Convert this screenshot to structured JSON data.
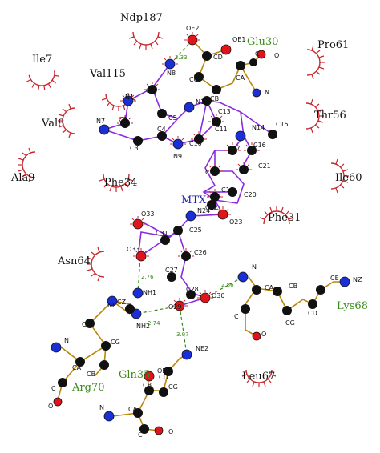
{
  "ligand": {
    "name": "MTX"
  },
  "residues": {
    "ndp187": "Ndp187",
    "ile7": "Ile7",
    "val115": "Val115",
    "val8": "Val8",
    "ala9": "Ala9",
    "phe34": "Phe34",
    "asn64": "Asn64",
    "pro61": "Pro61",
    "thr56": "Thr56",
    "ile60": "Ile60",
    "phe31": "Phe31",
    "leu67": "Leu67",
    "glu30": "Glu30",
    "lys68": "Lys68",
    "gln35": "Gln35",
    "arg70": "Arg70"
  },
  "atoms": {
    "oe2": "OE2",
    "oe1": "OE1",
    "cd": "CD",
    "c_top": "C",
    "o_top": "O",
    "cg_top": "CG",
    "cb_top": "CB",
    "ca_top": "CA",
    "n_top": "N",
    "n8": "N8",
    "n1": "N1",
    "c8": "C8",
    "n12": "N12",
    "c13": "C13",
    "c2": "C2",
    "c5": "C5",
    "c11": "C11",
    "n14": "N14",
    "c15": "C15",
    "n7": "N7",
    "c4": "C4",
    "c10": "C10",
    "c17": "C17",
    "c16": "C16",
    "c3": "C3",
    "n9": "N9",
    "c18": "C18",
    "c21": "C21",
    "c19": "C19",
    "c20": "C20",
    "o33a": "O33",
    "n24": "N24",
    "c22": "C22",
    "o23": "O23",
    "c25": "C25",
    "c31": "C31",
    "o33b": "O33",
    "c26": "C26",
    "c27": "C27",
    "nh1": "NH1",
    "ne_arg": "NE",
    "cz": "CZ",
    "c28": "C28",
    "o30": "O30",
    "n_lys": "N",
    "ce_lys": "CE",
    "nz": "NZ",
    "ca_lys": "CA",
    "cb_lys": "CB",
    "c_lys": "C",
    "cg_lys": "CG",
    "cd_lys": "CD",
    "o_lys": "O",
    "o29": "O29",
    "nh2": "NH2",
    "cd_arg": "CD",
    "cg_arg": "CG",
    "n_arg": "N",
    "ca_arg": "CA",
    "cb_arg": "CB",
    "c_arg": "C",
    "o_arg": "O",
    "oe1_gln": "OE1",
    "ne2": "NE2",
    "cd_gln": "CD",
    "cb_gln": "CB",
    "cg_gln": "CG",
    "n_gln": "N",
    "ca_gln": "CA",
    "c_gln": "C",
    "o_gln": "O"
  },
  "hbonds": {
    "d1": "3.33",
    "d2": "2.76",
    "d3": "2.86",
    "d4": "2.74",
    "d5": "3.07"
  },
  "colors": {
    "carbon": "#111111",
    "nitrogen": "#1a2fd6",
    "oxygen": "#e0141b",
    "ligand_bond": "#8a2be2",
    "residue_bond": "#b8860b",
    "hbond": "#3a8a1a",
    "contact": "#c8282e"
  }
}
